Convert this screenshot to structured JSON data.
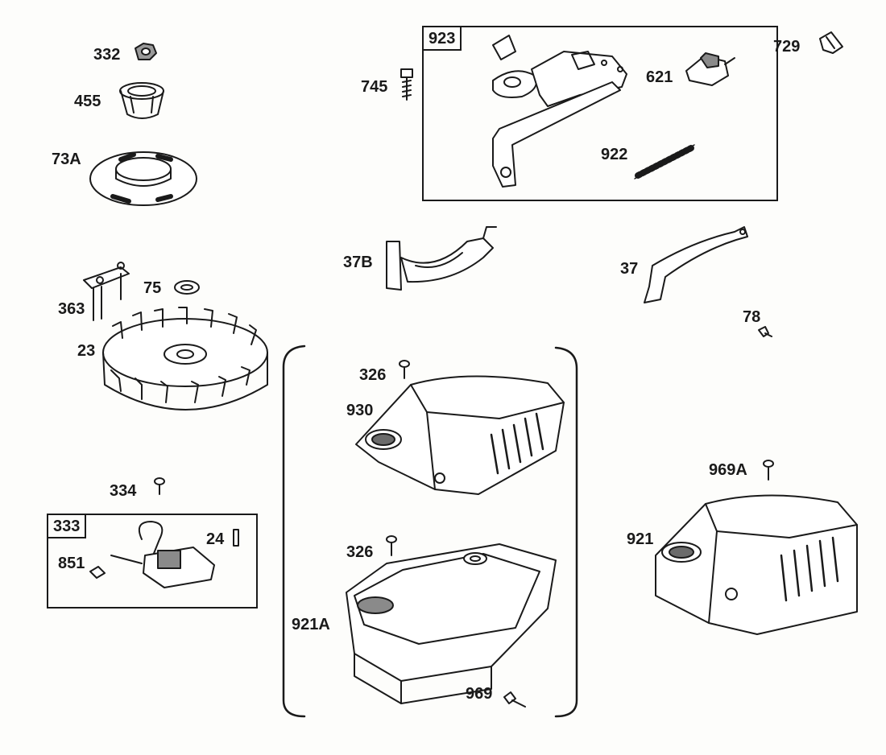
{
  "labels": {
    "p332": "332",
    "p455": "455",
    "p73A": "73A",
    "p75": "75",
    "p363": "363",
    "p23": "23",
    "p334": "334",
    "p851": "851",
    "p24": "24",
    "p745": "745",
    "p621": "621",
    "p922": "922",
    "p729": "729",
    "p37B": "37B",
    "p37": "37",
    "p78": "78",
    "p326a": "326",
    "p930": "930",
    "p326b": "326",
    "p921A": "921A",
    "p969": "969",
    "p969A": "969A",
    "p921": "921"
  },
  "boxes": {
    "b923": "923",
    "b333": "333"
  },
  "colors": {
    "ink": "#1a1a1a",
    "paper": "#fdfdfb",
    "shade": "#6b6b6b"
  }
}
